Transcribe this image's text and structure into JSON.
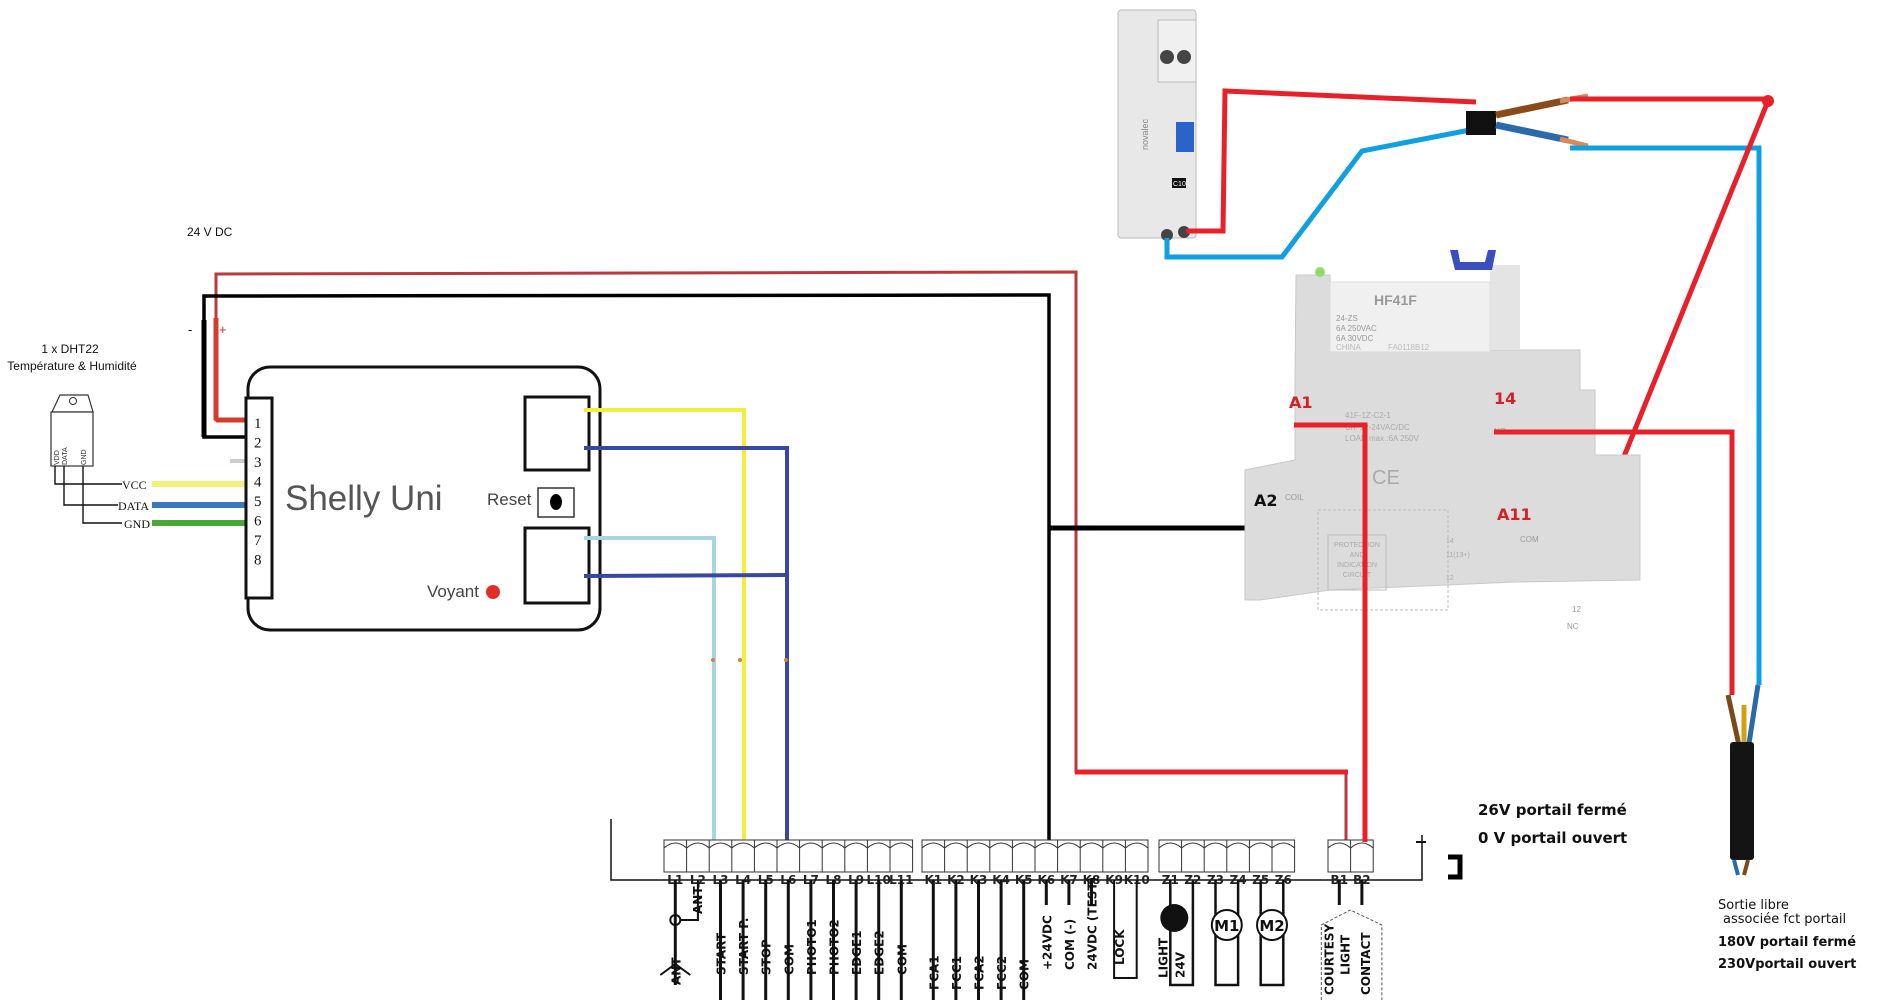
{
  "power": {
    "label": "24 V DC",
    "minus": "-",
    "plus": "+"
  },
  "sensor": {
    "title_line1": "1 x DHT22",
    "title_line2": "Température & Humidité",
    "pins": [
      "VDD",
      "DATA",
      "GND"
    ],
    "wires": [
      {
        "label": "VCC",
        "color": "#f5f07a",
        "pin": "4"
      },
      {
        "label": "DATA",
        "color": "#3a78c0",
        "pin": "5"
      },
      {
        "label": "GND",
        "color": "#4aa83a",
        "pin": "6"
      }
    ]
  },
  "shelly": {
    "name": "Shelly Uni",
    "reset_label": "Reset",
    "led_label": "Voyant",
    "led_color": "#e03025",
    "pins": [
      "1",
      "2",
      "3",
      "4",
      "5",
      "6",
      "7",
      "8"
    ]
  },
  "breaker": {
    "rating": "C10",
    "brand": "novalec"
  },
  "relay": {
    "model": "HF41F",
    "spec_lines": [
      "24-ZS",
      "6A 250VAC",
      "6A 30VDC",
      "CHINA"
    ],
    "code": "FA0118B12",
    "base_model": "41F-1Z-C2-1",
    "base_spec1": "Un: 12-24VAC/DC",
    "base_spec2": "LOAD max.:6A 250V",
    "coil_label": "COIL",
    "circuit_label": [
      "PROTECTION",
      "AND",
      "INDICATION",
      "CIRCUIT"
    ],
    "contact_labels": [
      "14",
      "11(13+)",
      "12"
    ],
    "com_label": "COM",
    "nc_label": "NC",
    "no_label": "NO",
    "terminal_a1": "A1",
    "terminal_a2": "A2",
    "terminal_14": "14",
    "terminal_a11": "A11",
    "terminal_12": "12"
  },
  "board": {
    "terminals_l": [
      "L1",
      "L2",
      "L3",
      "L4",
      "L5",
      "L6",
      "L7",
      "L8",
      "L9",
      "L10",
      "L11"
    ],
    "terminals_k": [
      "K1",
      "K2",
      "K3",
      "K4",
      "K5",
      "K6",
      "K7",
      "K8",
      "K9",
      "K10"
    ],
    "terminals_z": [
      "Z1",
      "Z2",
      "Z3",
      "Z4",
      "Z5",
      "Z6"
    ],
    "terminals_b": [
      "B1",
      "B2"
    ],
    "functions_l": [
      "ANT",
      "ANT-",
      "START",
      "START P.",
      "STOP",
      "COM",
      "PHOTO1",
      "PHOTO2",
      "EDGE1",
      "EDGE2",
      "COM"
    ],
    "functions_k": [
      "FCA1",
      "FCC1",
      "FCA2",
      "FCC2",
      "COM",
      "+24VDC",
      "COM (-)",
      "24VDC (TEST)",
      "LOCK"
    ],
    "functions_z": [
      "LIGHT",
      "24V",
      "M1",
      "M2"
    ],
    "functions_b": [
      "COURTESY",
      "LIGHT",
      "CONTACT"
    ]
  },
  "notes": {
    "b_output_line1": "26V portail fermé",
    "b_output_line2": "0 V portail ouvert",
    "cable_line1": "Sortie libre",
    "cable_line2": "associée fct portail",
    "cable_line3": "180V portail fermé",
    "cable_line4": "230Vportail ouvert"
  },
  "colors": {
    "wire_red": "#e8202a",
    "wire_darkred": "#b83a3e",
    "wire_black": "#000000",
    "wire_yellow": "#f2ee3c",
    "wire_navy": "#3a47a0",
    "wire_lightblue": "#a7d6e0",
    "wire_cyan": "#10a0e0"
  }
}
